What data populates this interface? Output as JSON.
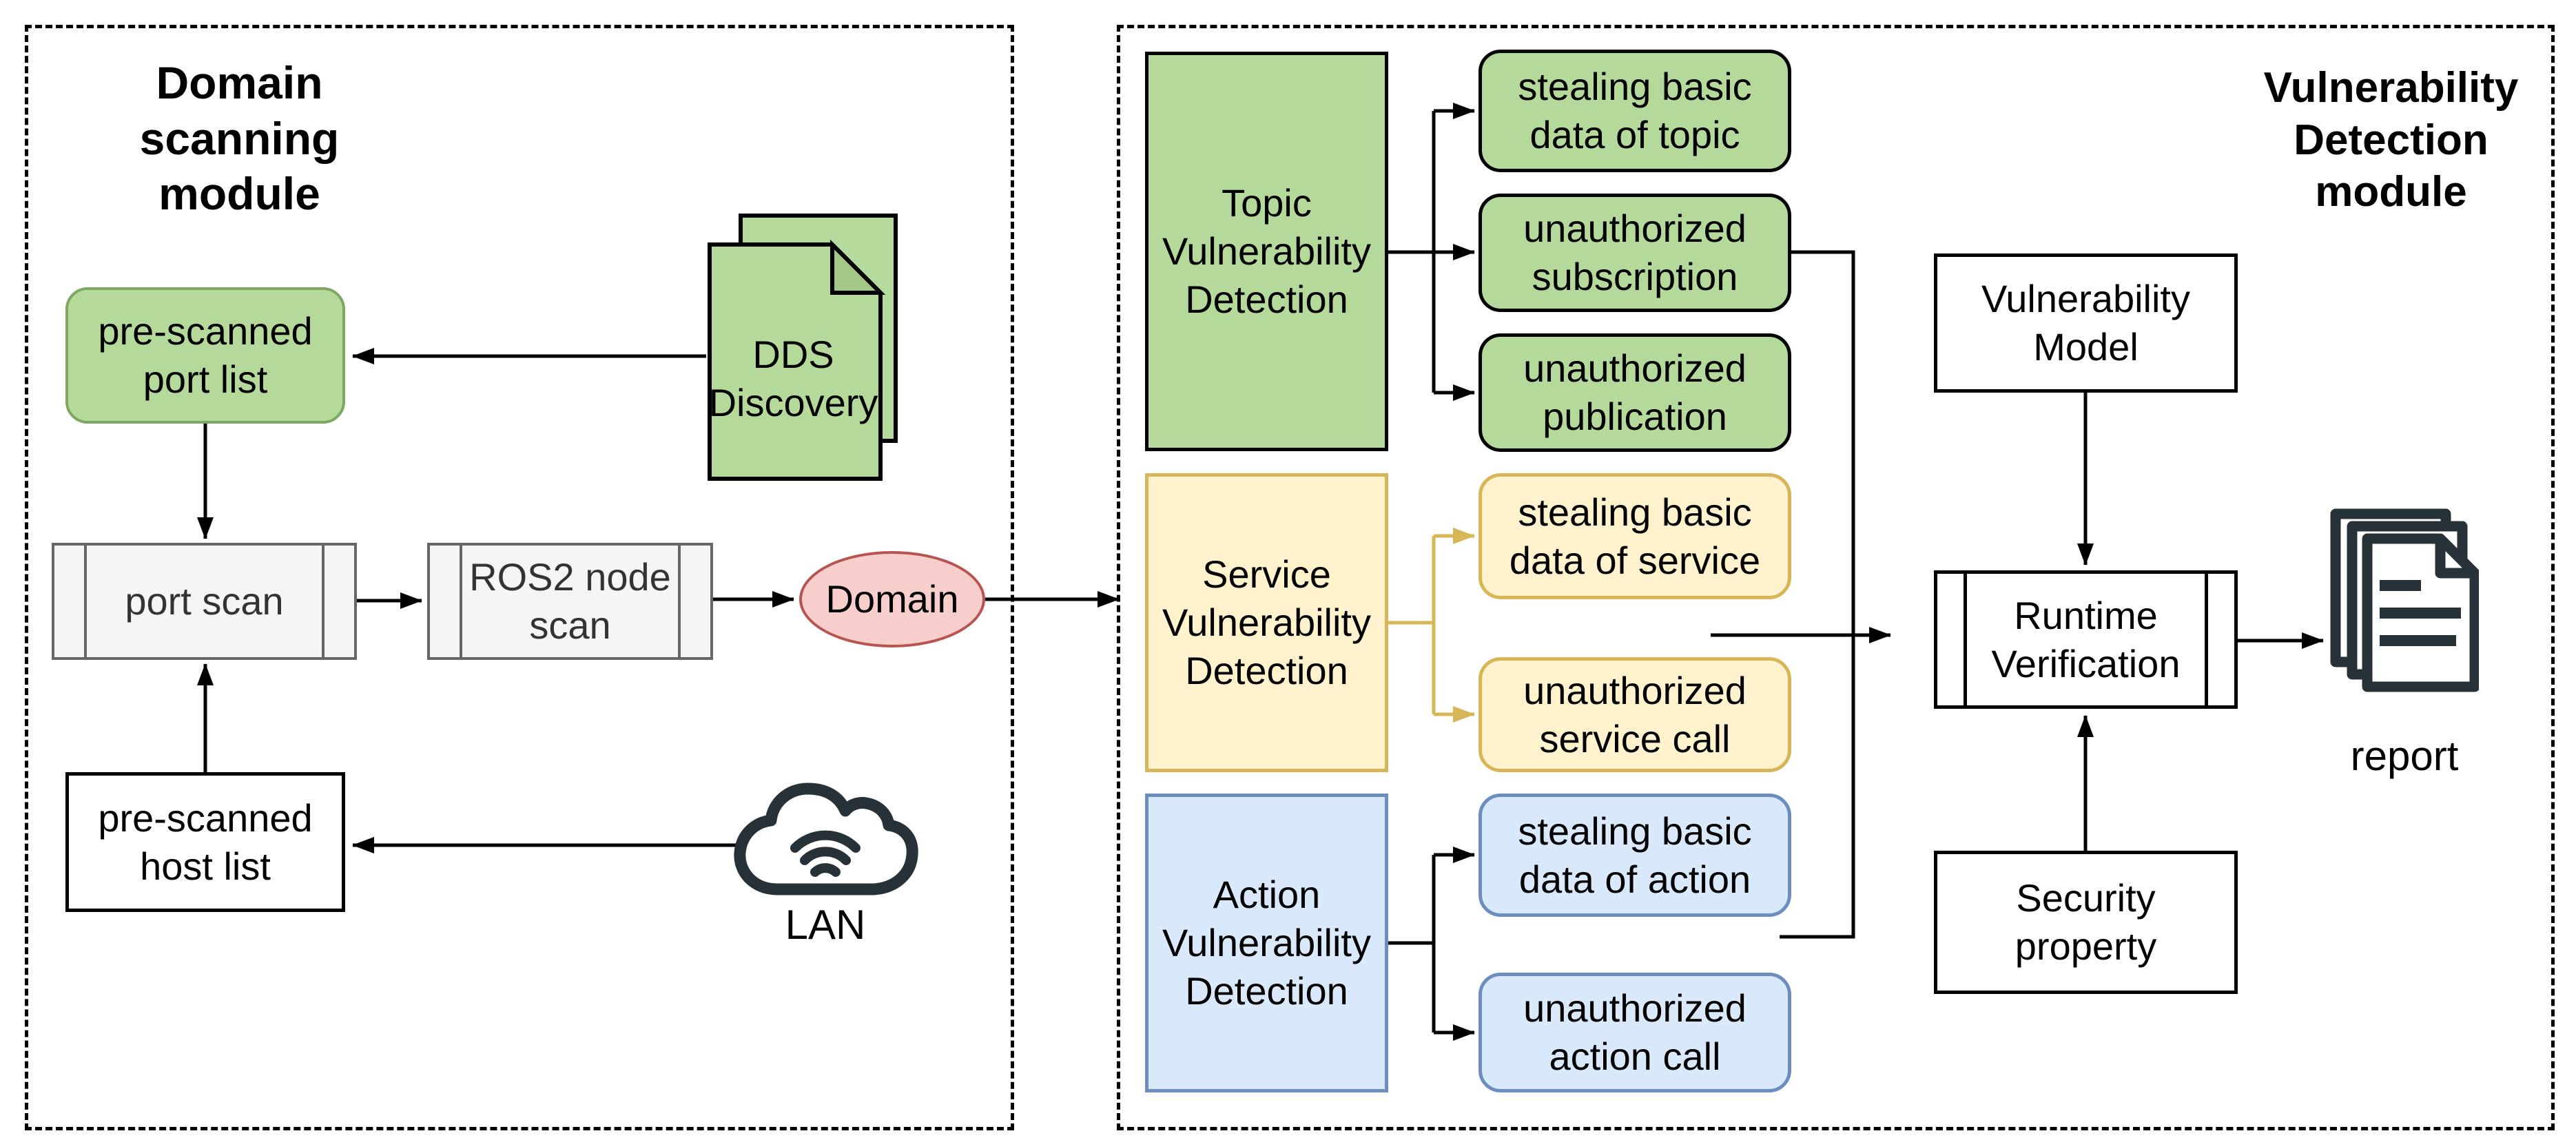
{
  "colors": {
    "green-fill": "#b5d99a",
    "green-border": "#7ea861",
    "yellow-fill": "#fff2cc",
    "yellow-border": "#d6b656",
    "blue-fill": "#dae8fc",
    "blue-border": "#6c8ebf",
    "red-fill": "#f8cecc",
    "red-border": "#b85450",
    "process-fill": "#f5f5f5",
    "process-border": "#666666",
    "dark-icon": "#263238"
  },
  "left_module": {
    "title": "Domain scanning\nmodule",
    "nodes": {
      "pre_scanned_port_list": "pre-scanned\nport list",
      "dds_discovery": "DDS\nDiscovery",
      "port_scan": "port scan",
      "ros2_node_scan": "ROS2 node\nscan",
      "domain": "Domain",
      "pre_scanned_host_list": "pre-scanned\nhost list",
      "lan_label": "LAN"
    }
  },
  "right_module": {
    "title": "Vulnerability\nDetection\nmodule",
    "detectors": [
      {
        "id": "topic",
        "label": "Topic\nVulnerability\nDetection",
        "outcomes": [
          "stealing basic\ndata of topic",
          "unauthorized\nsubscription",
          "unauthorized\npublication"
        ]
      },
      {
        "id": "service",
        "label": "Service\nVulnerability\nDetection",
        "outcomes": [
          "stealing basic\ndata of service",
          "unauthorized\nservice call"
        ]
      },
      {
        "id": "action",
        "label": "Action\nVulnerability\nDetection",
        "outcomes": [
          "stealing basic\ndata of action",
          "unauthorized\naction call"
        ]
      }
    ],
    "nodes": {
      "vulnerability_model": "Vulnerability\nModel",
      "runtime_verification": "Runtime\nVerification",
      "security_property": "Security\nproperty",
      "report_label": "report"
    }
  }
}
